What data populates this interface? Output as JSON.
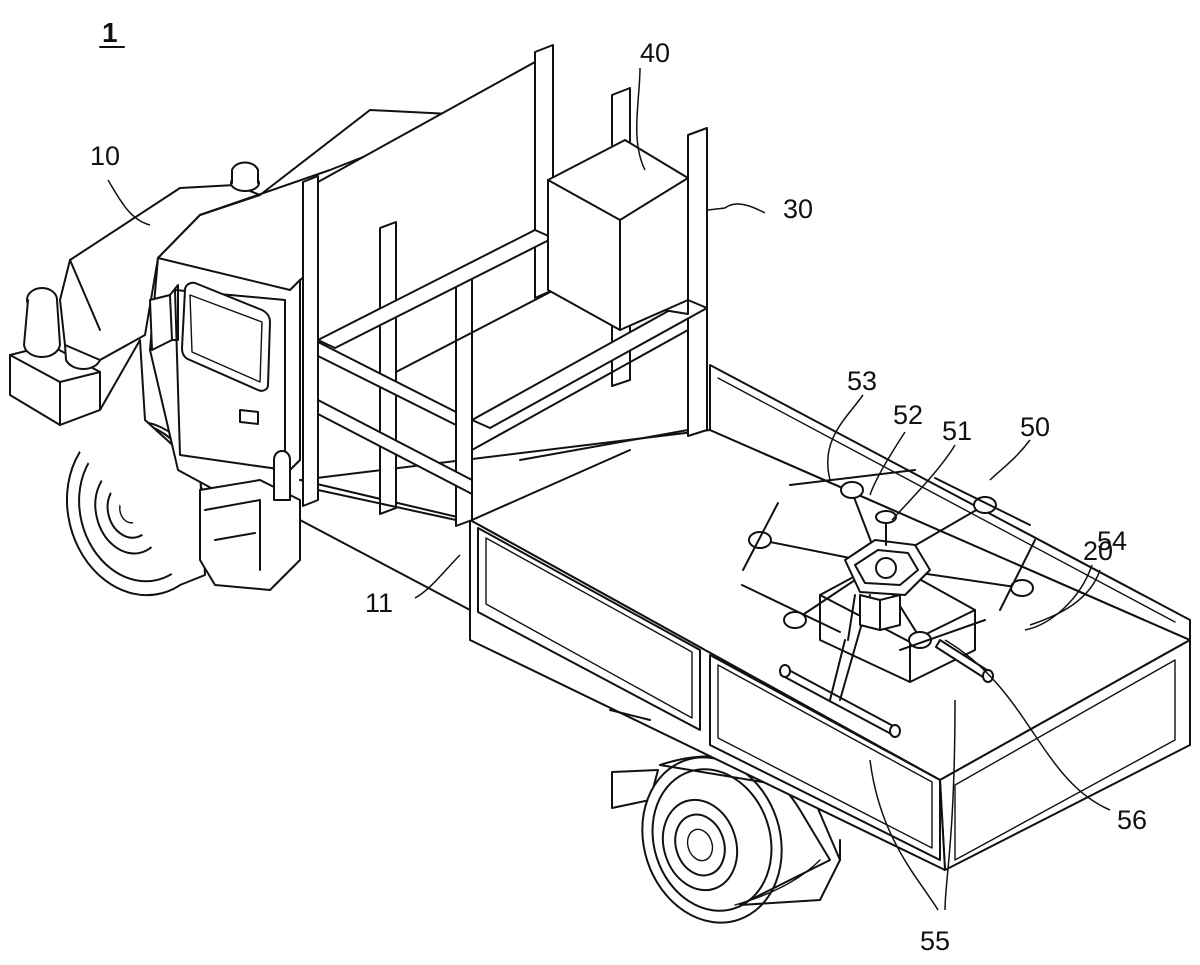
{
  "figure": {
    "number": "1",
    "ref_labels": {
      "truck": "10",
      "frame": "11",
      "bed": "20",
      "rack": "30",
      "box": "40",
      "drone": "50",
      "hub": "51",
      "antenna": "52",
      "arm": "53",
      "landing": "54",
      "rails": "55",
      "cable": "56"
    }
  },
  "colors": {
    "ink": "#111111",
    "paper": "#ffffff"
  }
}
